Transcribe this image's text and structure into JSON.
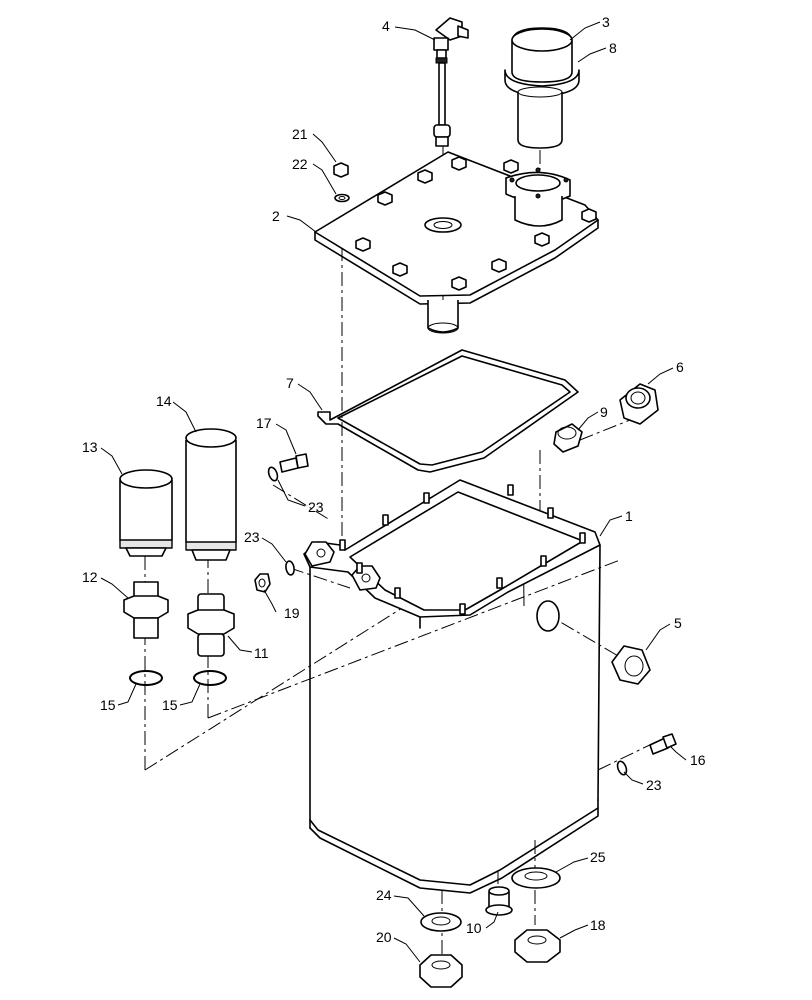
{
  "callouts": {
    "c1": "1",
    "c2": "2",
    "c3": "3",
    "c4": "4",
    "c5": "5",
    "c6": "6",
    "c7": "7",
    "c8": "8",
    "c9": "9",
    "c10": "10",
    "c11": "11",
    "c12": "12",
    "c13": "13",
    "c14": "14",
    "c15a": "15",
    "c15b": "15",
    "c16": "16",
    "c17": "17",
    "c18": "18",
    "c19": "19",
    "c20": "20",
    "c21": "21",
    "c22": "22",
    "c23a": "23",
    "c23b": "23",
    "c23c": "23",
    "c24": "24",
    "c25": "25"
  }
}
